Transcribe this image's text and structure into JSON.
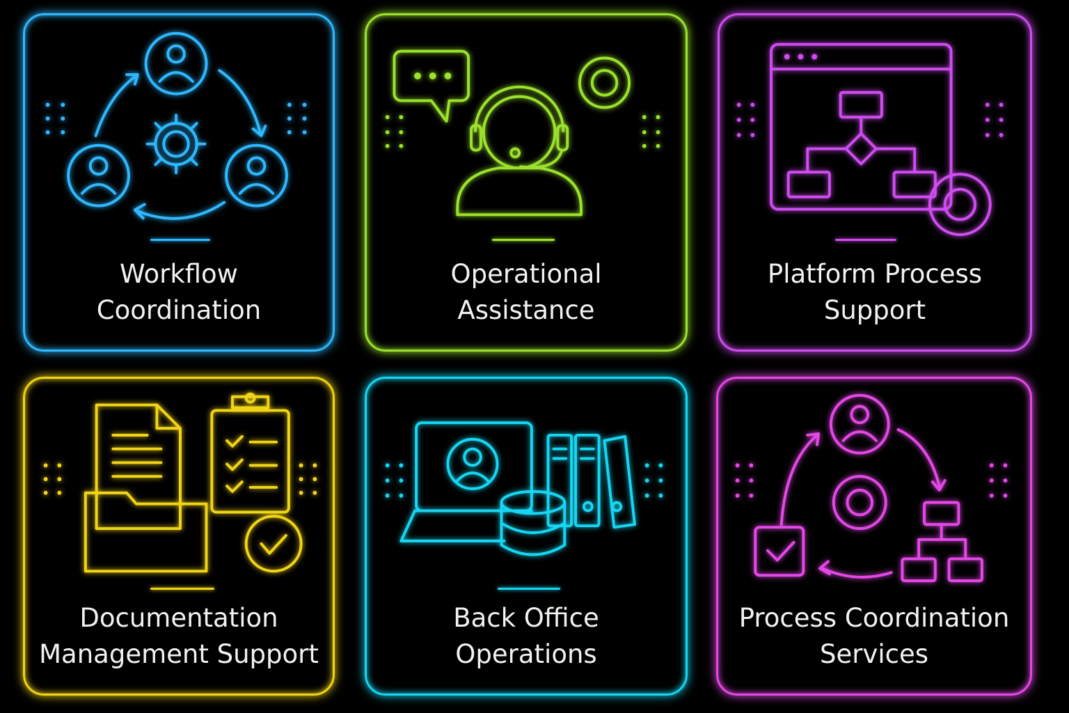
{
  "cards": [
    {
      "line1": "Workflow",
      "line2": "Coordination",
      "color": "#2fb8ff",
      "icon": "people-cycle-gear-icon"
    },
    {
      "line1": "Operational",
      "line2": "Assistance",
      "color": "#9be22d",
      "icon": "headset-agent-icon"
    },
    {
      "line1": "Platform Process",
      "line2": "Support",
      "color": "#cf4cf0",
      "icon": "flowchart-window-gear-icon"
    },
    {
      "line1": "Documentation",
      "line2": "Management Support",
      "color": "#f1d416",
      "icon": "documents-checklist-icon"
    },
    {
      "line1": "Back Office",
      "line2": "Operations",
      "color": "#16d6f2",
      "icon": "laptop-database-binders-icon"
    },
    {
      "line1": "Process Coordination",
      "line2": "Services",
      "color": "#e348e6",
      "icon": "process-cycle-gear-icon"
    }
  ]
}
